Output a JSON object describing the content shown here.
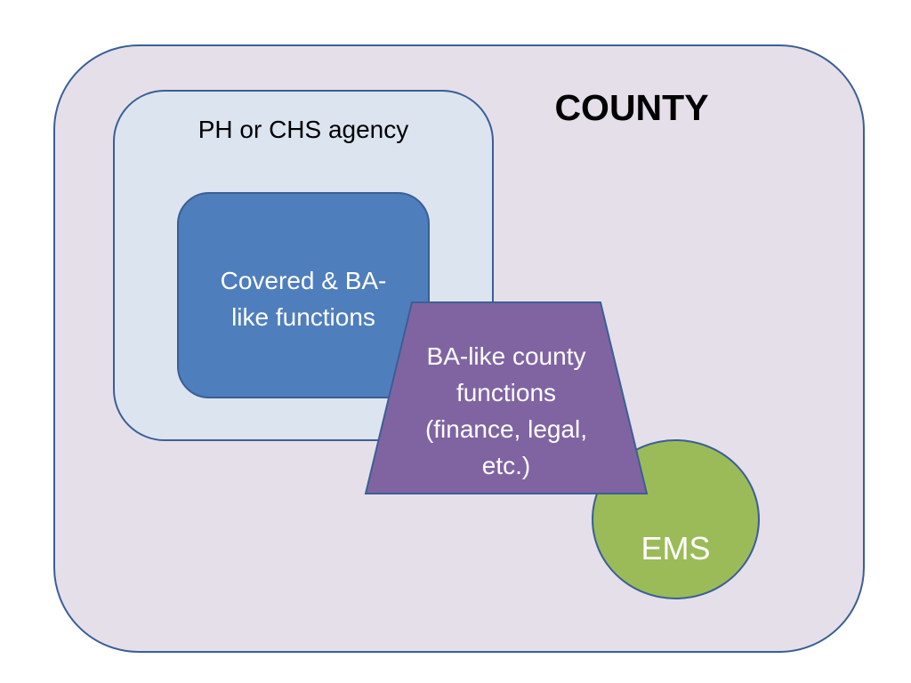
{
  "diagram": {
    "county": {
      "label": "COUNTY",
      "fill": "#e5dfea",
      "border": "#3b5f93"
    },
    "agency": {
      "label": "PH or CHS agency",
      "fill": "#dce4f0"
    },
    "covered": {
      "label_line1": "Covered  & BA-",
      "label_line2": "like functions",
      "fill": "#4f7ebd"
    },
    "ba_county": {
      "label_line1": "BA-like county",
      "label_line2": "functions",
      "label_line3": "(finance, legal,",
      "label_line4": "etc.)",
      "fill": "#8064a2"
    },
    "ems": {
      "label": "EMS",
      "fill": "#9bbb59"
    }
  }
}
